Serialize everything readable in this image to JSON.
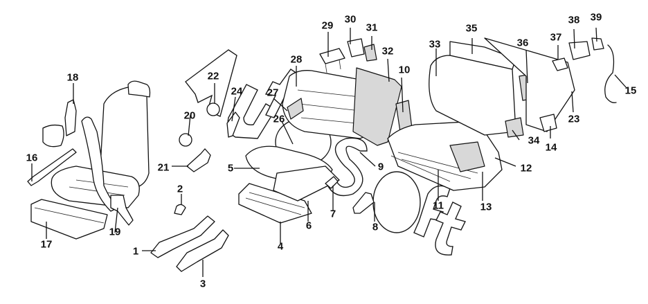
{
  "diagram": {
    "title": "Seat assembly exploded parts diagram",
    "watermark": "AutoSoft",
    "callouts": [
      {
        "id": "c1",
        "label": "1"
      },
      {
        "id": "c2",
        "label": "2"
      },
      {
        "id": "c3",
        "label": "3"
      },
      {
        "id": "c4",
        "label": "4"
      },
      {
        "id": "c5",
        "label": "5"
      },
      {
        "id": "c6",
        "label": "6"
      },
      {
        "id": "c7",
        "label": "7"
      },
      {
        "id": "c8",
        "label": "8"
      },
      {
        "id": "c9",
        "label": "9"
      },
      {
        "id": "c10",
        "label": "10"
      },
      {
        "id": "c11",
        "label": "11"
      },
      {
        "id": "c12",
        "label": "12"
      },
      {
        "id": "c13",
        "label": "13"
      },
      {
        "id": "c14",
        "label": "14"
      },
      {
        "id": "c15",
        "label": "15"
      },
      {
        "id": "c16",
        "label": "16"
      },
      {
        "id": "c17",
        "label": "17"
      },
      {
        "id": "c18",
        "label": "18"
      },
      {
        "id": "c19",
        "label": "19"
      },
      {
        "id": "c20",
        "label": "20"
      },
      {
        "id": "c21",
        "label": "21"
      },
      {
        "id": "c22",
        "label": "22"
      },
      {
        "id": "c23",
        "label": "23"
      },
      {
        "id": "c24",
        "label": "24"
      },
      {
        "id": "c26",
        "label": "26"
      },
      {
        "id": "c27",
        "label": "27"
      },
      {
        "id": "c28",
        "label": "28"
      },
      {
        "id": "c29",
        "label": "29"
      },
      {
        "id": "c30",
        "label": "30"
      },
      {
        "id": "c31",
        "label": "31"
      },
      {
        "id": "c32",
        "label": "32"
      },
      {
        "id": "c33",
        "label": "33"
      },
      {
        "id": "c34",
        "label": "34"
      },
      {
        "id": "c35",
        "label": "35"
      },
      {
        "id": "c36",
        "label": "36"
      },
      {
        "id": "c37",
        "label": "37"
      },
      {
        "id": "c38",
        "label": "38"
      },
      {
        "id": "c39",
        "label": "39"
      }
    ]
  }
}
